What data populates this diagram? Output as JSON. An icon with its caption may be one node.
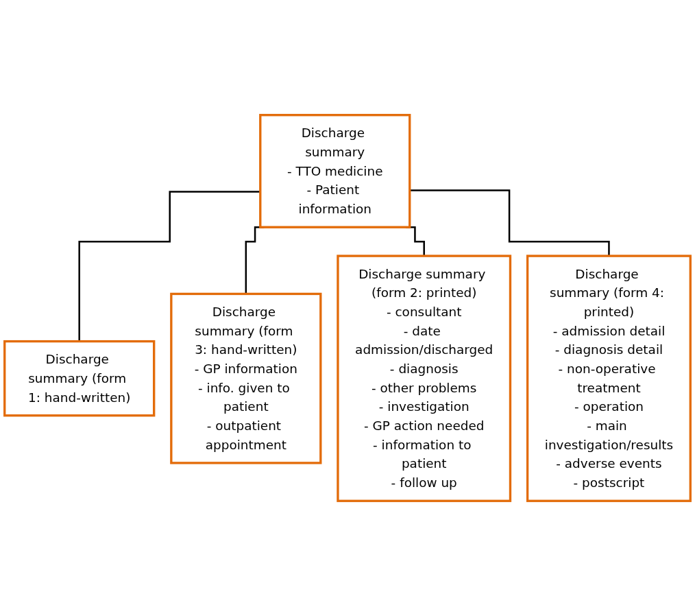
{
  "diagram": {
    "nodes": [
      {
        "text": [
          "Discharge summary",
          "- TTO medicine",
          "- Patient information"
        ]
      },
      {
        "text": [
          "Discharge summary (form 1: hand-written)"
        ]
      },
      {
        "text": [
          "Discharge summary (form 3: hand-written)",
          "- GP information",
          "- info. given to patient",
          "- outpatient appointment"
        ]
      },
      {
        "text": [
          "Discharge summary (form 2: printed)",
          "- consultant",
          "- date admission/discharged",
          "- diagnosis",
          "- other problems",
          "- investigation",
          "- GP action needed",
          "- information to patient",
          "- follow up"
        ]
      },
      {
        "text": [
          "Discharge summary (form 4: printed)",
          "- admission detail",
          "- diagnosis detail",
          "- non-operative treatment",
          "- operation",
          "- main investigation/results",
          "- adverse events",
          "- postscript"
        ]
      }
    ],
    "edges": [
      {
        "from": 0,
        "to": 1,
        "arrow": "none"
      },
      {
        "from": 0,
        "to": 2,
        "arrow": "none"
      },
      {
        "from": 0,
        "to": 3,
        "arrow": "none"
      },
      {
        "from": 0,
        "to": 4,
        "arrow": "none"
      }
    ]
  }
}
